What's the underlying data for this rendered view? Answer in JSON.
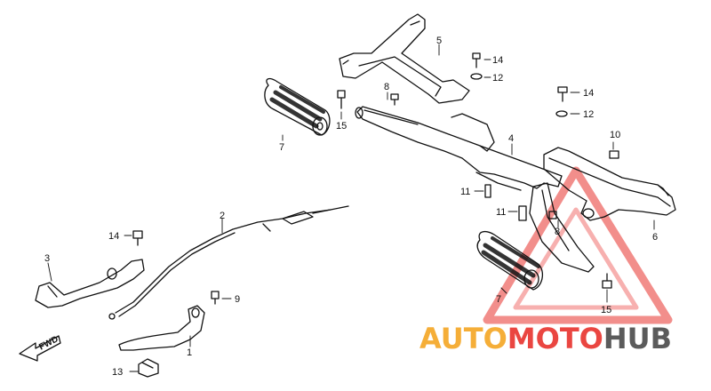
{
  "diagram": {
    "direction_label": "FWD",
    "callouts": [
      {
        "id": "c5a",
        "num": "5"
      },
      {
        "id": "c14a",
        "num": "14"
      },
      {
        "id": "c12a",
        "num": "12"
      },
      {
        "id": "c8a",
        "num": "8"
      },
      {
        "id": "c14b",
        "num": "14"
      },
      {
        "id": "c12b",
        "num": "12"
      },
      {
        "id": "c7a",
        "num": "7"
      },
      {
        "id": "c15a",
        "num": "15"
      },
      {
        "id": "c4",
        "num": "4"
      },
      {
        "id": "c10",
        "num": "10"
      },
      {
        "id": "c11a",
        "num": "11"
      },
      {
        "id": "c11b",
        "num": "11"
      },
      {
        "id": "c8b",
        "num": "8"
      },
      {
        "id": "c6",
        "num": "6"
      },
      {
        "id": "c2",
        "num": "2"
      },
      {
        "id": "c14c",
        "num": "14"
      },
      {
        "id": "c3",
        "num": "3"
      },
      {
        "id": "c9",
        "num": "9"
      },
      {
        "id": "c1",
        "num": "1"
      },
      {
        "id": "c13",
        "num": "13"
      },
      {
        "id": "c7b",
        "num": "7"
      },
      {
        "id": "c15b",
        "num": "15"
      }
    ]
  },
  "watermark": {
    "part1": "AUTO",
    "part2": "MOTO",
    "part3": "HUB",
    "color_orange": "#f5a623",
    "color_red": "#e8322d",
    "color_dark": "#4a4a4a"
  }
}
